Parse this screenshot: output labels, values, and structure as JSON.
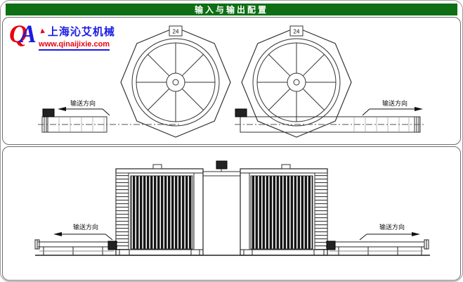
{
  "title_bar": {
    "text": "输入与输出配置"
  },
  "logo": {
    "q": "Q",
    "a": "A",
    "company": "上海沁艾机械",
    "website": "www.qinaijixie.com"
  },
  "top_view": {
    "left_direction": "输送方向",
    "right_direction": "输送方向",
    "motor_tag": "24"
  },
  "front_view": {
    "left_direction": "输送方向",
    "right_direction": "输送方向"
  },
  "colors": {
    "title_bar_bg": "#0e6f14",
    "title_bar_text": "#ffffff",
    "logo_red": "#e8000d",
    "logo_blue": "#1a1ae6",
    "line_color": "#333333"
  }
}
